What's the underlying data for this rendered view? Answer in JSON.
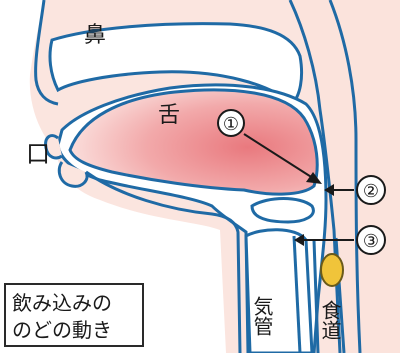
{
  "labels": {
    "nose": "鼻",
    "tongue": "舌",
    "mouth": "口",
    "trachea": "気管",
    "esophagus": "食道"
  },
  "markers": [
    "①",
    "②",
    "③"
  ],
  "caption": [
    "飲み込みの",
    "のどの動き"
  ],
  "colors": {
    "outline": "#1f6aa5",
    "skin": "#fbe5df",
    "tongue": "#ec8f8f",
    "bolus": "#f0c43a",
    "arrow": "#1a1a1a"
  }
}
